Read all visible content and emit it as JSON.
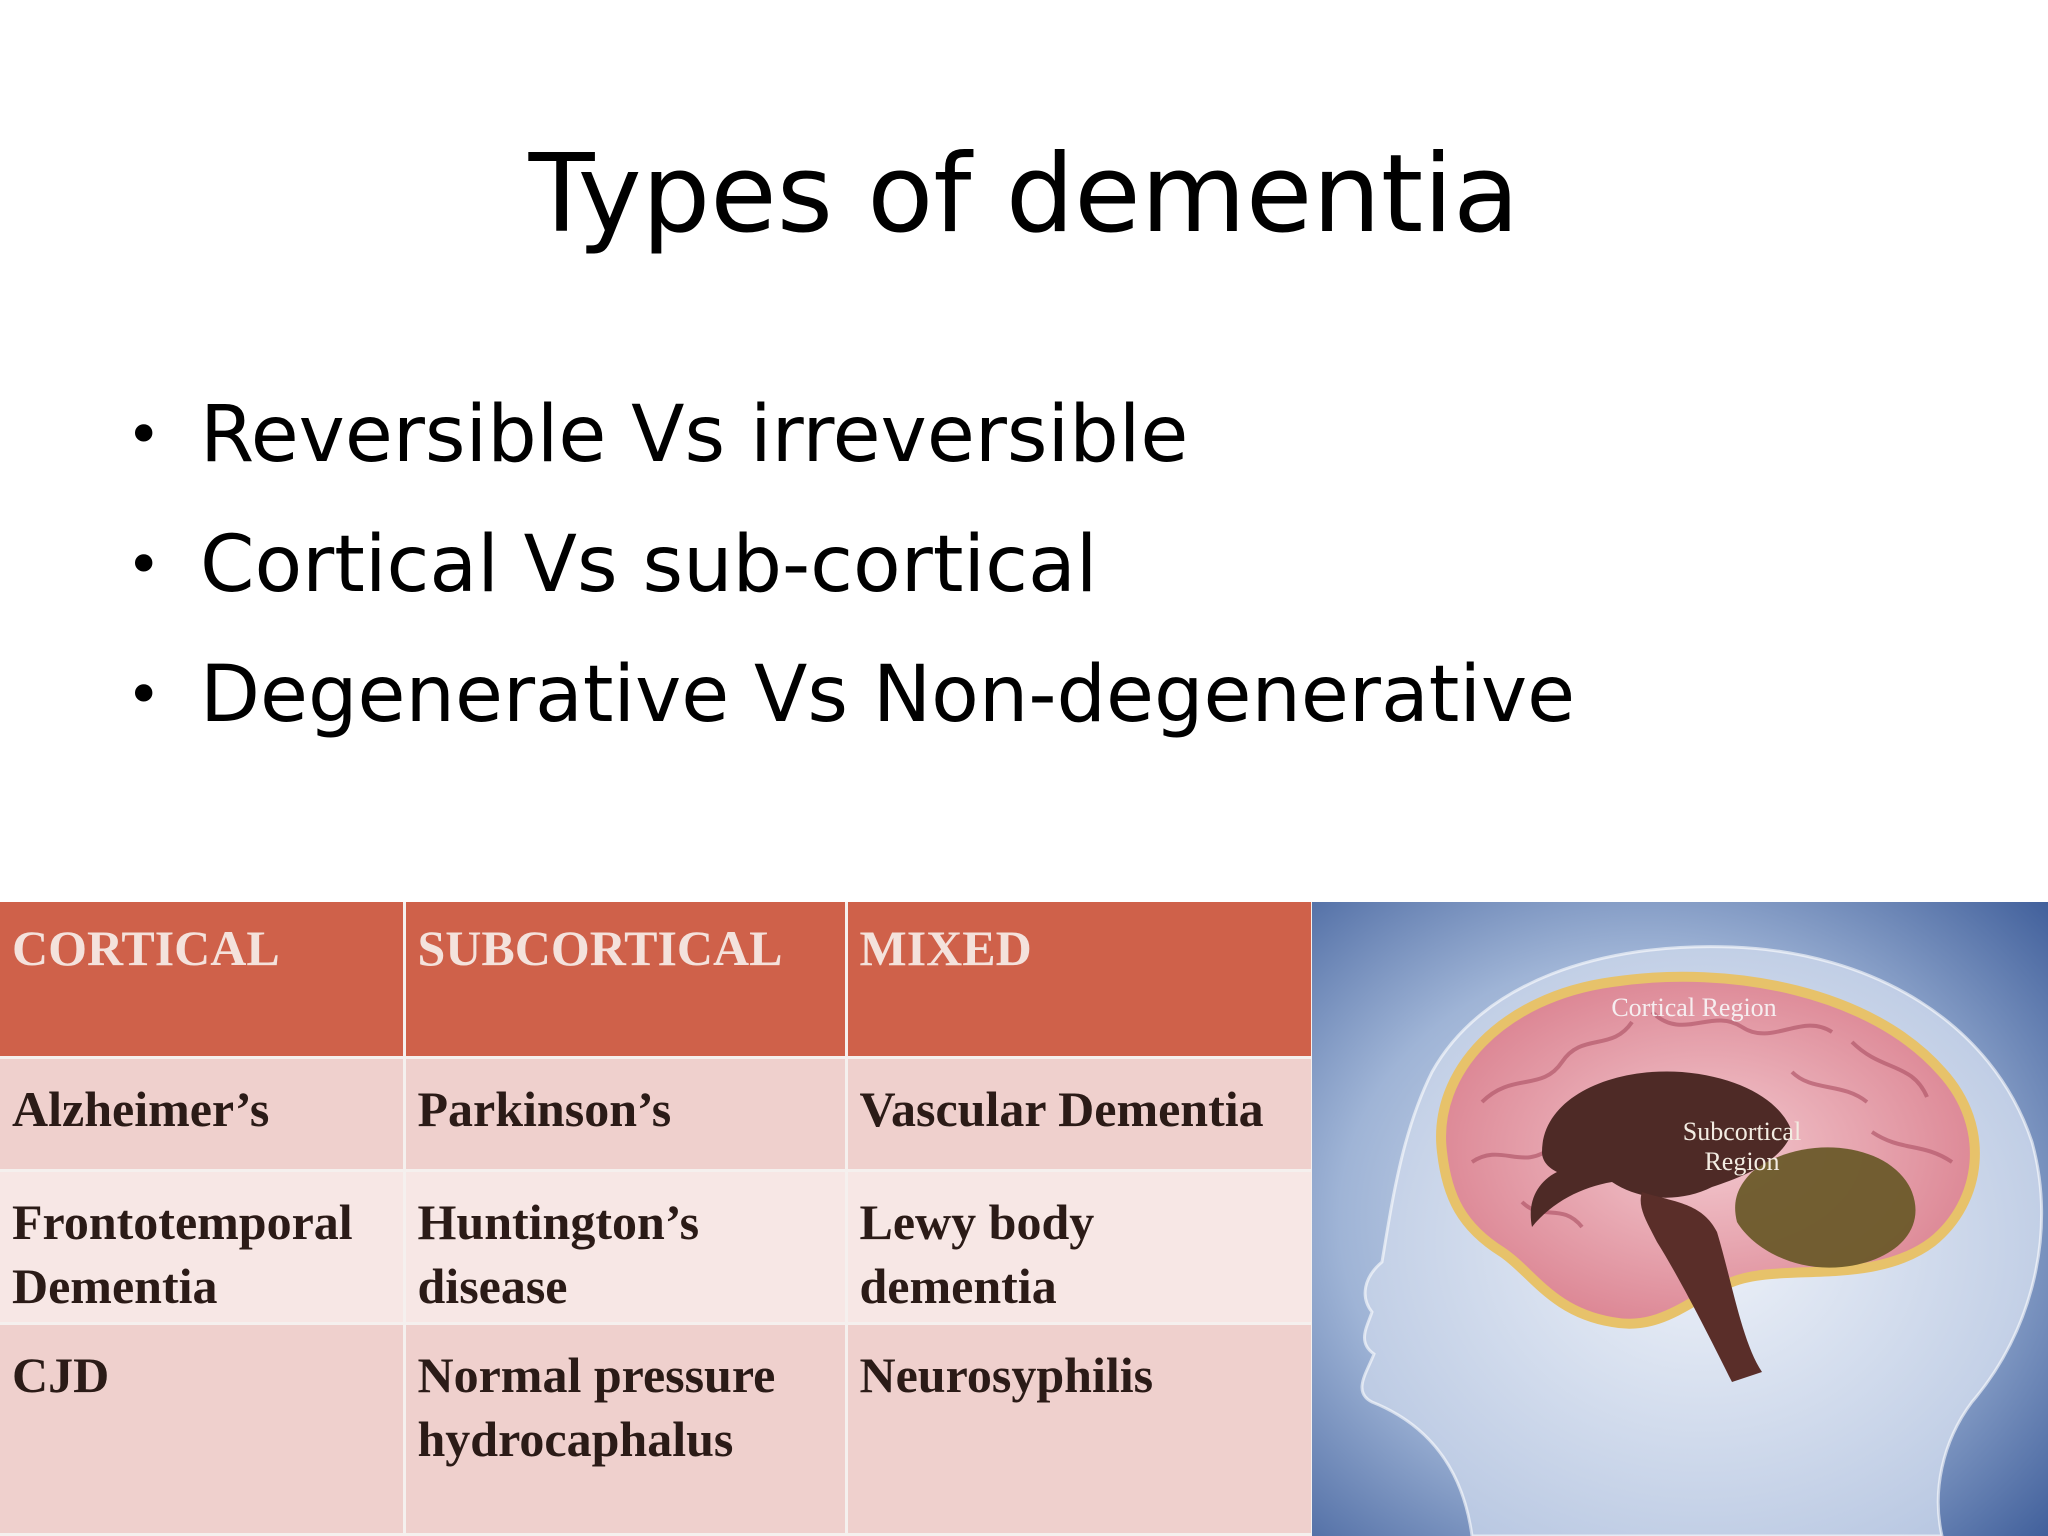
{
  "slide": {
    "title": "Types of dementia",
    "bullets": [
      "Reversible Vs irreversible",
      "Cortical Vs sub-cortical",
      "Degenerative Vs Non-degenerative"
    ]
  },
  "table": {
    "headers": [
      "CORTICAL",
      "SUBCORTICAL",
      "MIXED"
    ],
    "rows": [
      [
        "Alzheimer’s",
        "Parkinson’s",
        "Vascular Dementia"
      ],
      [
        "Frontotemporal Dementia",
        "Huntington’s disease",
        "Lewy body dementia"
      ],
      [
        "CJD",
        "Normal pressure hydrocaphalus",
        "Neurosyphilis"
      ]
    ],
    "colors": {
      "header_bg": "#cf614a",
      "row_dark": "#efd0cd",
      "row_light": "#f7e7e5"
    }
  },
  "brain_image": {
    "cortical_label": "Cortical Region",
    "subcortical_label_line1": "Subcortical",
    "subcortical_label_line2": "Region"
  }
}
